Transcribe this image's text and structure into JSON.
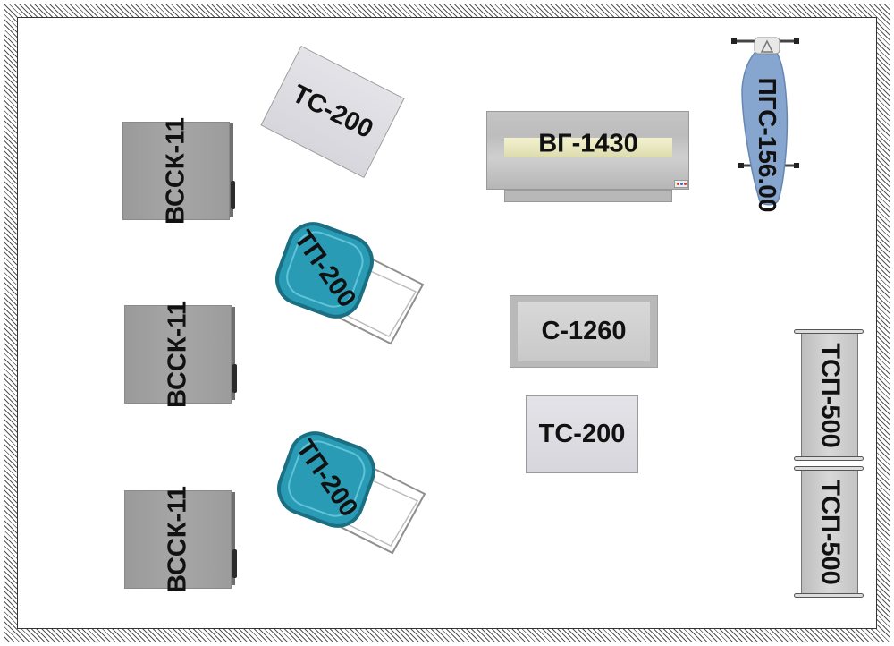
{
  "equipment": {
    "cabinets": [
      "ВССК-11",
      "ВССК-11",
      "ВССК-11"
    ],
    "table_top": "ТС-200",
    "table_bottom": "ТС-200",
    "ironing_machine": "ВГ-1430",
    "ironing_board": "ПГС-156.00",
    "press": "С-1260",
    "chairs": [
      "ТП-200",
      "ТП-200"
    ],
    "racks": [
      "ТСП-500",
      "ТСП-500"
    ]
  },
  "colors": {
    "cabinet": "#a3a3a3",
    "table": "#dcdce2",
    "chair": "#2a9bb5",
    "board": "#87a6cf",
    "roller": "#efefc8",
    "press": "#c9c9c9"
  }
}
